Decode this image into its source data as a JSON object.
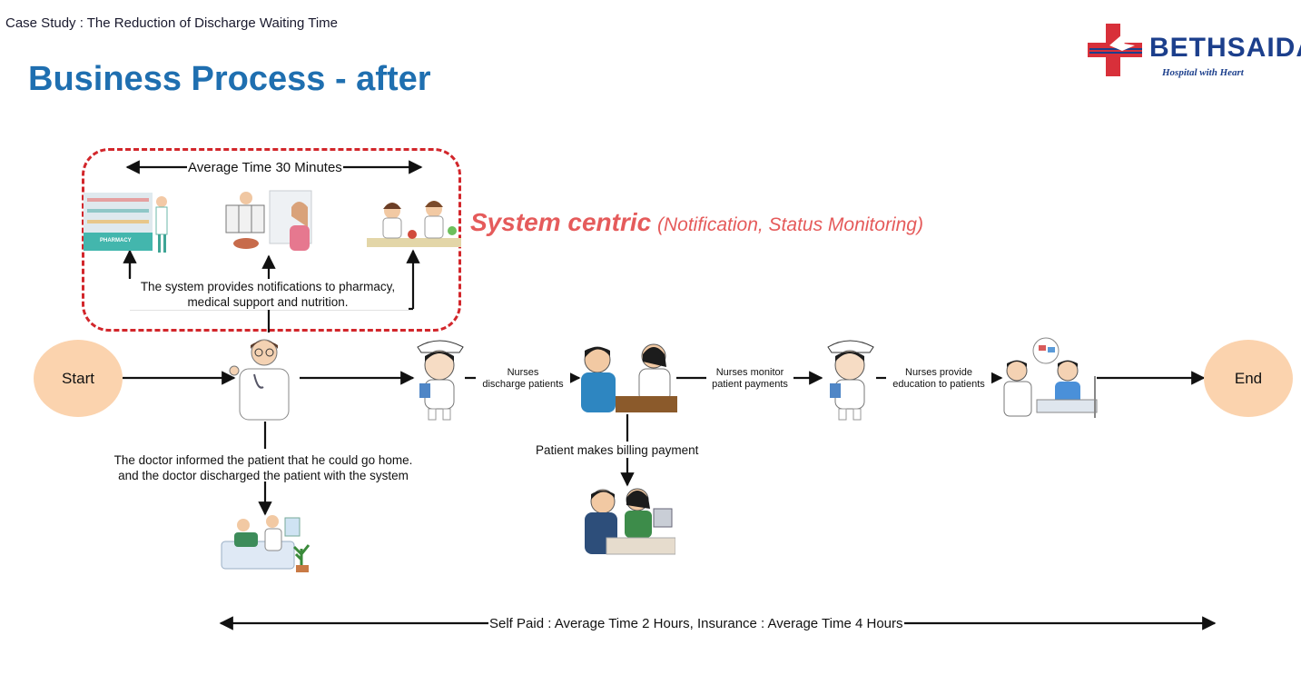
{
  "header": {
    "case_study": "Case Study : The Reduction of Discharge Waiting Time",
    "title": "Business Process - after"
  },
  "logo": {
    "name": "BETHSAIDA",
    "tagline": "Hospital with Heart"
  },
  "notification_box": {
    "average_time": "Average Time 30 Minutes",
    "notify_text": "The system provides notifications to pharmacy, medical support and nutrition.",
    "pharmacy_sign": "PHARMACY"
  },
  "system_centric": {
    "label": "System centric",
    "detail": "(Notification, Status Monitoring)"
  },
  "flow": {
    "start": "Start",
    "end": "End",
    "nurses_discharge": [
      "Nurses",
      "discharge patients"
    ],
    "nurses_monitor": [
      "Nurses monitor",
      "patient payments"
    ],
    "nurses_educate": [
      "Nurses provide",
      "education to patients"
    ],
    "doctor_text": [
      "The doctor informed the patient that he could go home.",
      "and the doctor discharged the patient with the system"
    ],
    "billing": "Patient makes billing payment",
    "total_time": "Self Paid : Average Time 2 Hours, Insurance : Average Time 4 Hours"
  },
  "colors": {
    "title": "#1f6fb0",
    "dash": "#d2262b",
    "system": "#e55b5b",
    "node": "#fbd3ae",
    "logo": "#1c3f8c",
    "logo_cross": "#d8303a"
  }
}
